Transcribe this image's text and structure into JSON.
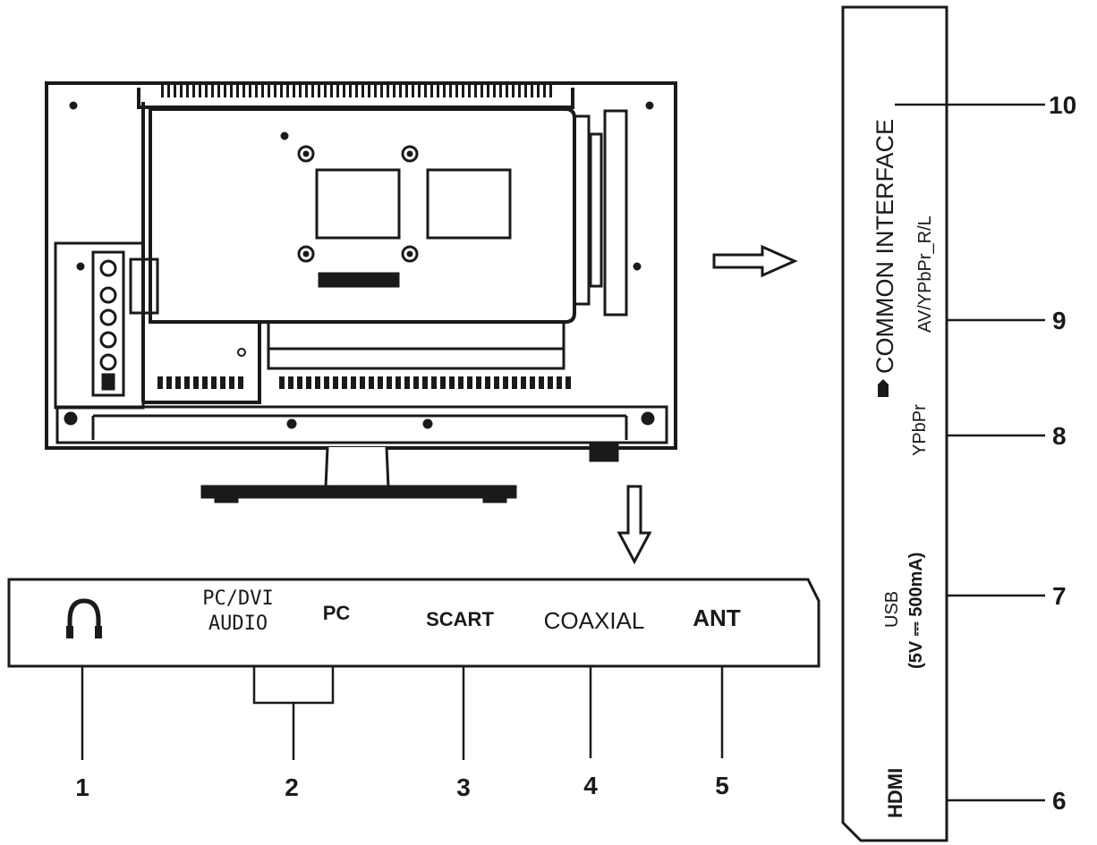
{
  "diagram": {
    "bottom_panel": {
      "labels": {
        "pc_dvi_line1": "PC/DVI",
        "pc_dvi_line2": "AUDIO",
        "pc": "PC",
        "scart": "SCART",
        "coaxial": "COAXIAL",
        "ant": "ANT"
      },
      "callouts": [
        "1",
        "2",
        "3",
        "4",
        "5"
      ]
    },
    "side_panel": {
      "labels": {
        "common_interface": "COMMON INTERFACE",
        "av_ypbpr": "AV/YPbPr_R/L",
        "ypbpr": "YPbPr",
        "usb_line1": "USB",
        "usb_line2": "(5V ⎓ 500mA)",
        "hdmi": "HDMI"
      },
      "callouts": [
        "10",
        "9",
        "8",
        "7",
        "6"
      ]
    },
    "icons": {
      "headphone": "headphone-icon",
      "arrow_right": "arrow-right-icon",
      "arrow_down": "arrow-down-icon",
      "card_slot": "card-slot-icon"
    },
    "colors": {
      "ink": "#1a1a1a",
      "background": "#ffffff"
    }
  }
}
